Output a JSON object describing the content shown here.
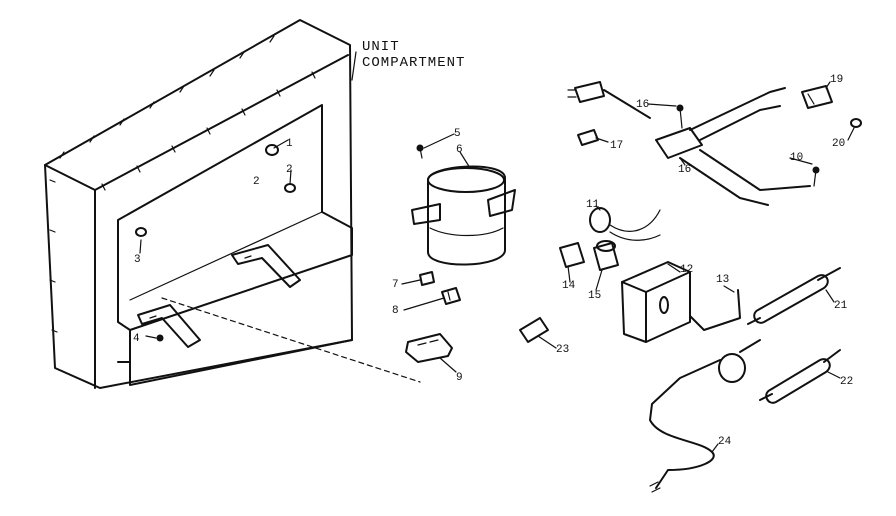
{
  "title": {
    "line1": "UNIT",
    "line2": "COMPARTMENT"
  },
  "labels": {
    "l1": "1",
    "l2a": "2",
    "l2b": "2",
    "l3": "3",
    "l4": "4",
    "l5": "5",
    "l6": "6",
    "l7": "7",
    "l8": "8",
    "l9": "9",
    "l10": "10",
    "l11": "11",
    "l12": "12",
    "l13": "13",
    "l14": "14",
    "l15": "15",
    "l16a": "16",
    "l16b": "16",
    "l17": "17",
    "l19": "19",
    "l20": "20",
    "l21": "21",
    "l22": "22",
    "l23": "23",
    "l24": "24"
  }
}
